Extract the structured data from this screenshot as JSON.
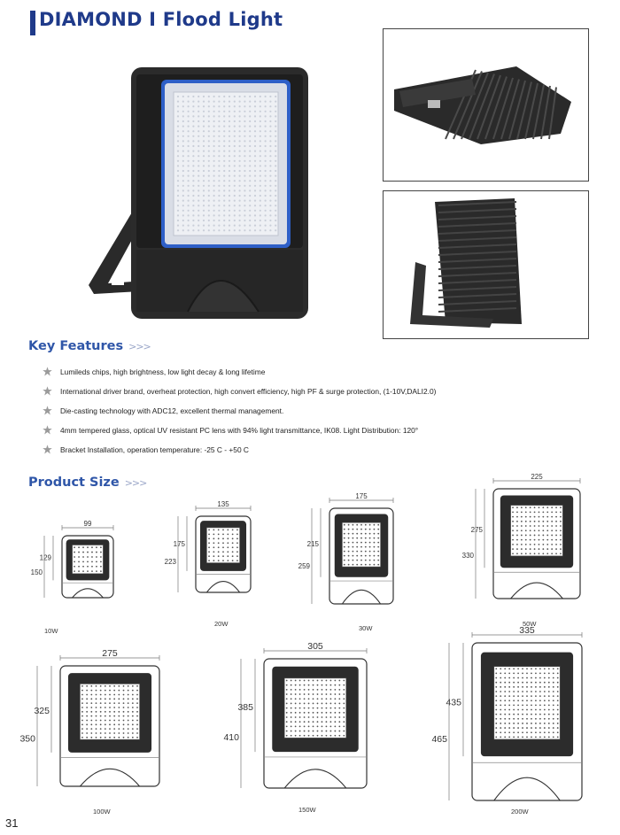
{
  "title": "DIAMOND I Flood Light",
  "key_features": {
    "heading": "Key Features",
    "arrows": ">>>",
    "items": [
      "Lumileds chips, high brightness, low light decay & long lifetime",
      "International driver brand, overheat protection, high convert efficiency, high PF & surge protection, (1-10V,DALI2.0)",
      "Die-casting technology with ADC12, excellent thermal management.",
      "4mm tempered glass, optical UV resistant PC lens with 94% light transmittance, IK08. Light Distribution: 120°",
      "Bracket Installation, operation temperature: -25 C - +50 C"
    ]
  },
  "product_size": {
    "heading": "Product Size",
    "arrows": ">>>",
    "models": [
      {
        "watt": "10W",
        "width": "99",
        "inner": "129",
        "total": "150"
      },
      {
        "watt": "20W",
        "width": "135",
        "inner": "175",
        "total": "223"
      },
      {
        "watt": "30W",
        "width": "175",
        "inner": "215",
        "total": "259"
      },
      {
        "watt": "50W",
        "width": "225",
        "inner": "275",
        "total": "330"
      },
      {
        "watt": "100W",
        "width": "275",
        "inner": "325",
        "total": "350"
      },
      {
        "watt": "150W",
        "width": "305",
        "inner": "385",
        "total": "410"
      },
      {
        "watt": "200W",
        "width": "335",
        "inner": "435",
        "total": "465"
      }
    ]
  },
  "page_number": "31",
  "colors": {
    "brand": "#1f3a8a",
    "heading": "#2f56a8",
    "star": "#9a9a9a"
  }
}
